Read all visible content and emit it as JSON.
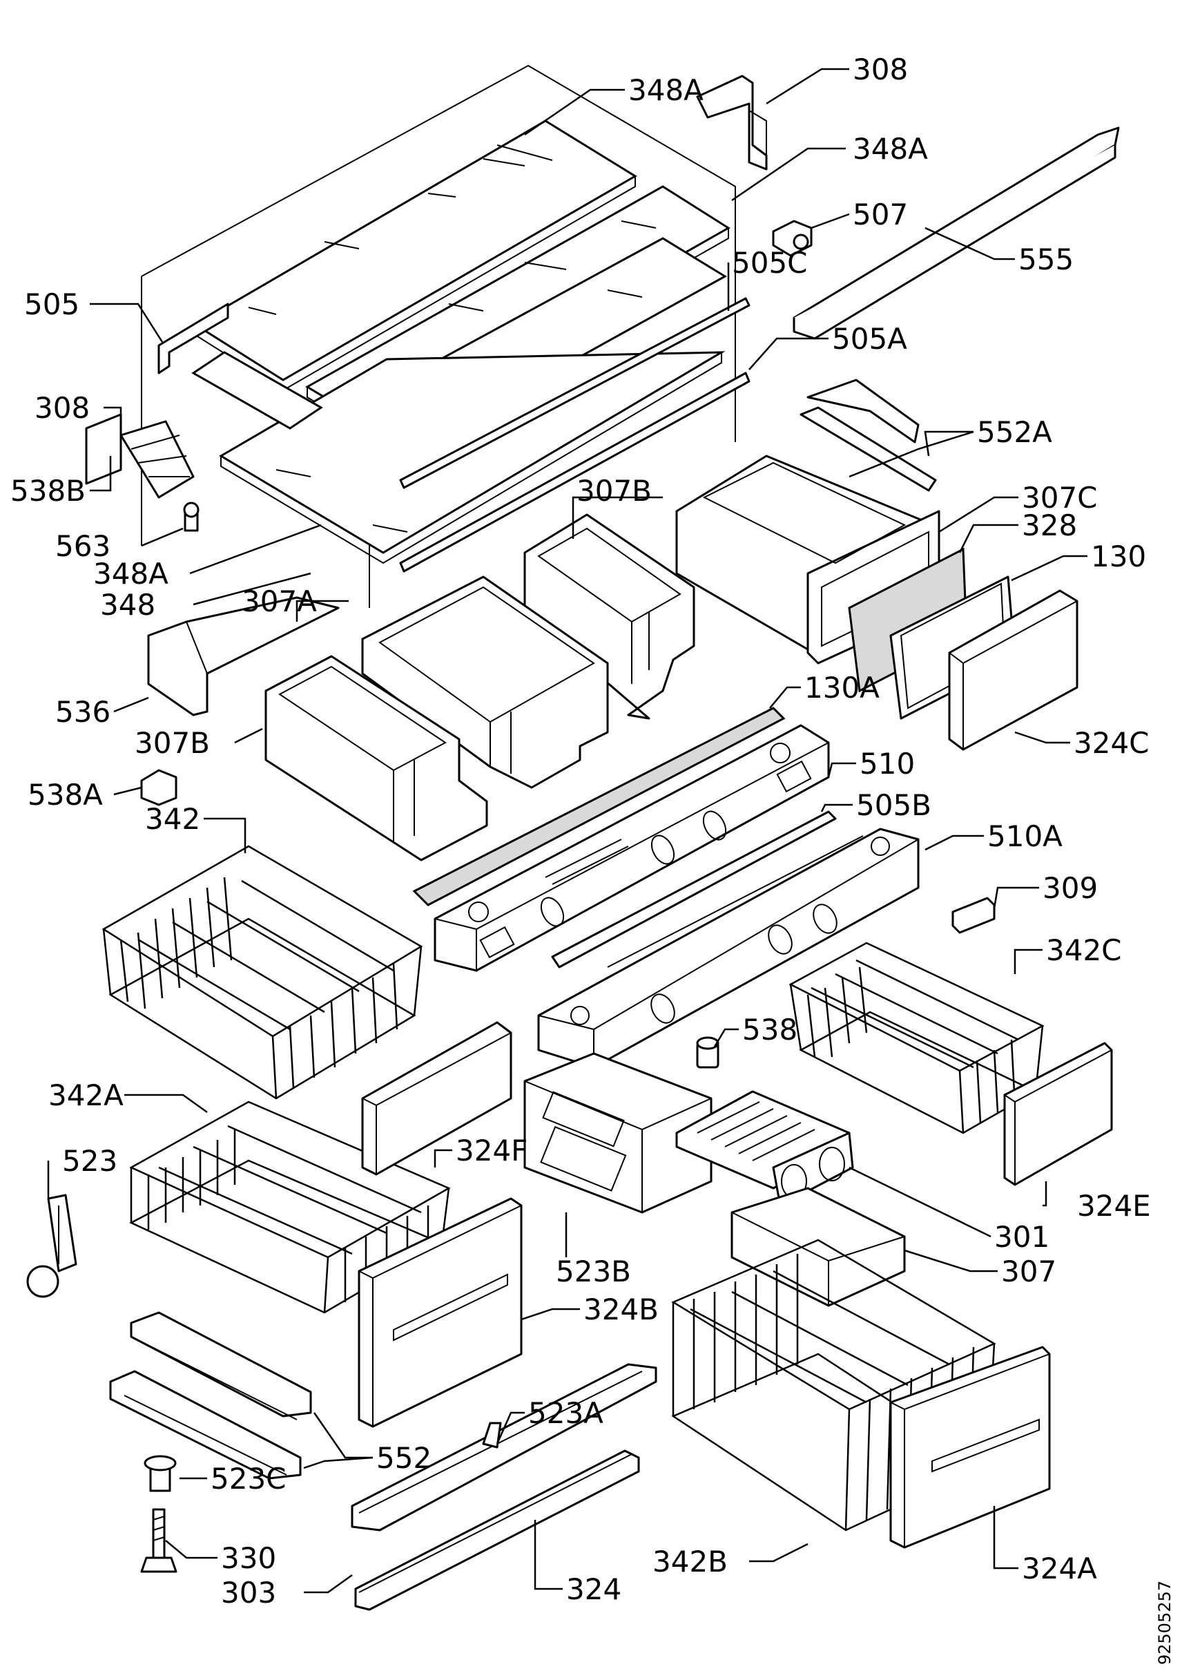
{
  "callouts": {
    "c_348A_1": "348A",
    "c_308_1": "308",
    "c_348A_2": "348A",
    "c_507": "507",
    "c_505C": "505C",
    "c_555": "555",
    "c_505": "505",
    "c_505A": "505A",
    "c_308_2": "308",
    "c_552A": "552A",
    "c_538B": "538B",
    "c_307B_1": "307B",
    "c_307C": "307C",
    "c_563": "563",
    "c_328": "328",
    "c_348A_3": "348A",
    "c_130": "130",
    "c_348": "348",
    "c_307A": "307A",
    "c_536": "536",
    "c_130A": "130A",
    "c_324C": "324C",
    "c_307B_2": "307B",
    "c_510": "510",
    "c_538A": "538A",
    "c_342": "342",
    "c_505B": "505B",
    "c_510A": "510A",
    "c_309": "309",
    "c_342C": "342C",
    "c_538": "538",
    "c_342A": "342A",
    "c_324F": "324F",
    "c_523": "523",
    "c_324E": "324E",
    "c_301": "301",
    "c_523B": "523B",
    "c_307": "307",
    "c_324B": "324B",
    "c_523A": "523A",
    "c_552": "552",
    "c_523C": "523C",
    "c_330": "330",
    "c_342B": "342B",
    "c_303": "303",
    "c_324": "324",
    "c_324A": "324A"
  },
  "document_number": "92505257"
}
